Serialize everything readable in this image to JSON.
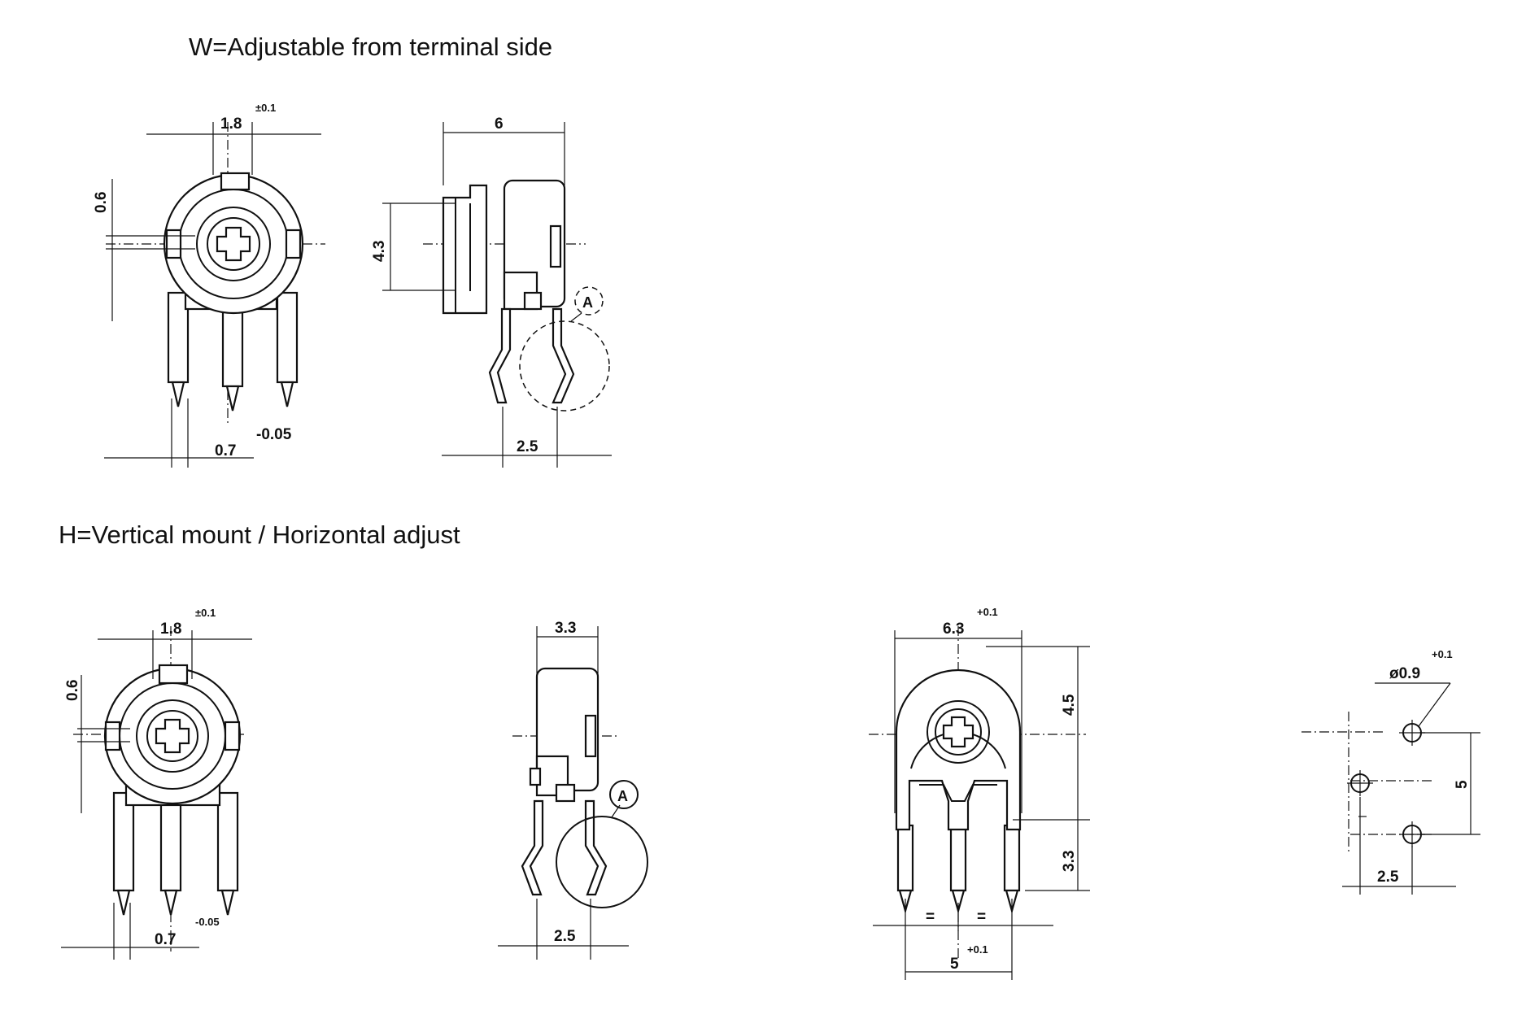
{
  "sections": {
    "w_title": "W=Adjustable from terminal side",
    "h_title": "H=Vertical mount / Horizontal adjust"
  },
  "w_front": {
    "d_width": "1.8",
    "tol_width": "±0.1",
    "d_offset": "0.6",
    "d_pin": "0.7",
    "tol_pin": "-0.05"
  },
  "w_side": {
    "d_depth": "6",
    "d_height": "4.3",
    "d_pitch": "2.5",
    "detail": "A"
  },
  "h_front": {
    "d_width": "1.8",
    "tol_width": "±0.1",
    "d_offset": "0.6",
    "d_pin": "0.7",
    "tol_pin": "-0.05"
  },
  "h_side": {
    "d_depth": "3.3",
    "d_pitch": "2.5",
    "detail": "A"
  },
  "h_rear": {
    "d_width": "6.3",
    "tol_width": "+0.1",
    "d_top": "4.5",
    "d_leg": "3.3",
    "eq1": "=",
    "eq2": "=",
    "d_span": "5",
    "tol_span": "+0.1"
  },
  "h_holes": {
    "d_hole": "ø0.9",
    "tol_hole": "+0.1",
    "d_vert": "5",
    "d_horiz": "2.5"
  }
}
